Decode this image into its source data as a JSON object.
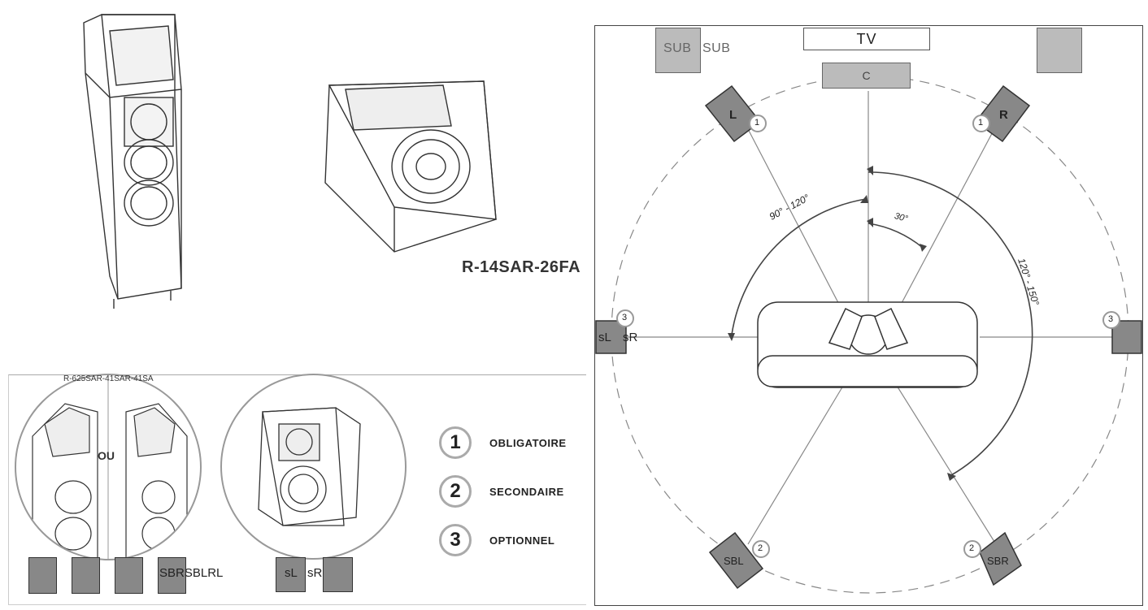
{
  "products": {
    "floorstander_model": "",
    "elevation_model": "R-14SAR-26FA",
    "compare_model": "R-625SAR-41SAR-41SA",
    "or_label": "OU"
  },
  "legend": [
    {
      "number": "1",
      "label": "OBLIGATOIRE"
    },
    {
      "number": "2",
      "label": "SECONDAIRE"
    },
    {
      "number": "3",
      "label": "OPTIONNEL"
    }
  ],
  "bottom_row": {
    "left_group_label": "SBRSBLRL",
    "right_group_label_a": "sL",
    "right_group_label_b": "sR"
  },
  "layout_diagram": {
    "tv": "TV",
    "center": "C",
    "sub_left_a": "SUB",
    "sub_left_b": "SUB",
    "front_left": "L",
    "front_right": "R",
    "surround_left": "sL",
    "surround_right": "sR",
    "surround_back_left": "SBL",
    "surround_back_right": "SBR",
    "badge_front": "1",
    "badge_back": "2",
    "badge_side": "3",
    "angle_front": "30°",
    "angle_surround": "90° - 120°",
    "angle_back": "120° - 150°"
  }
}
